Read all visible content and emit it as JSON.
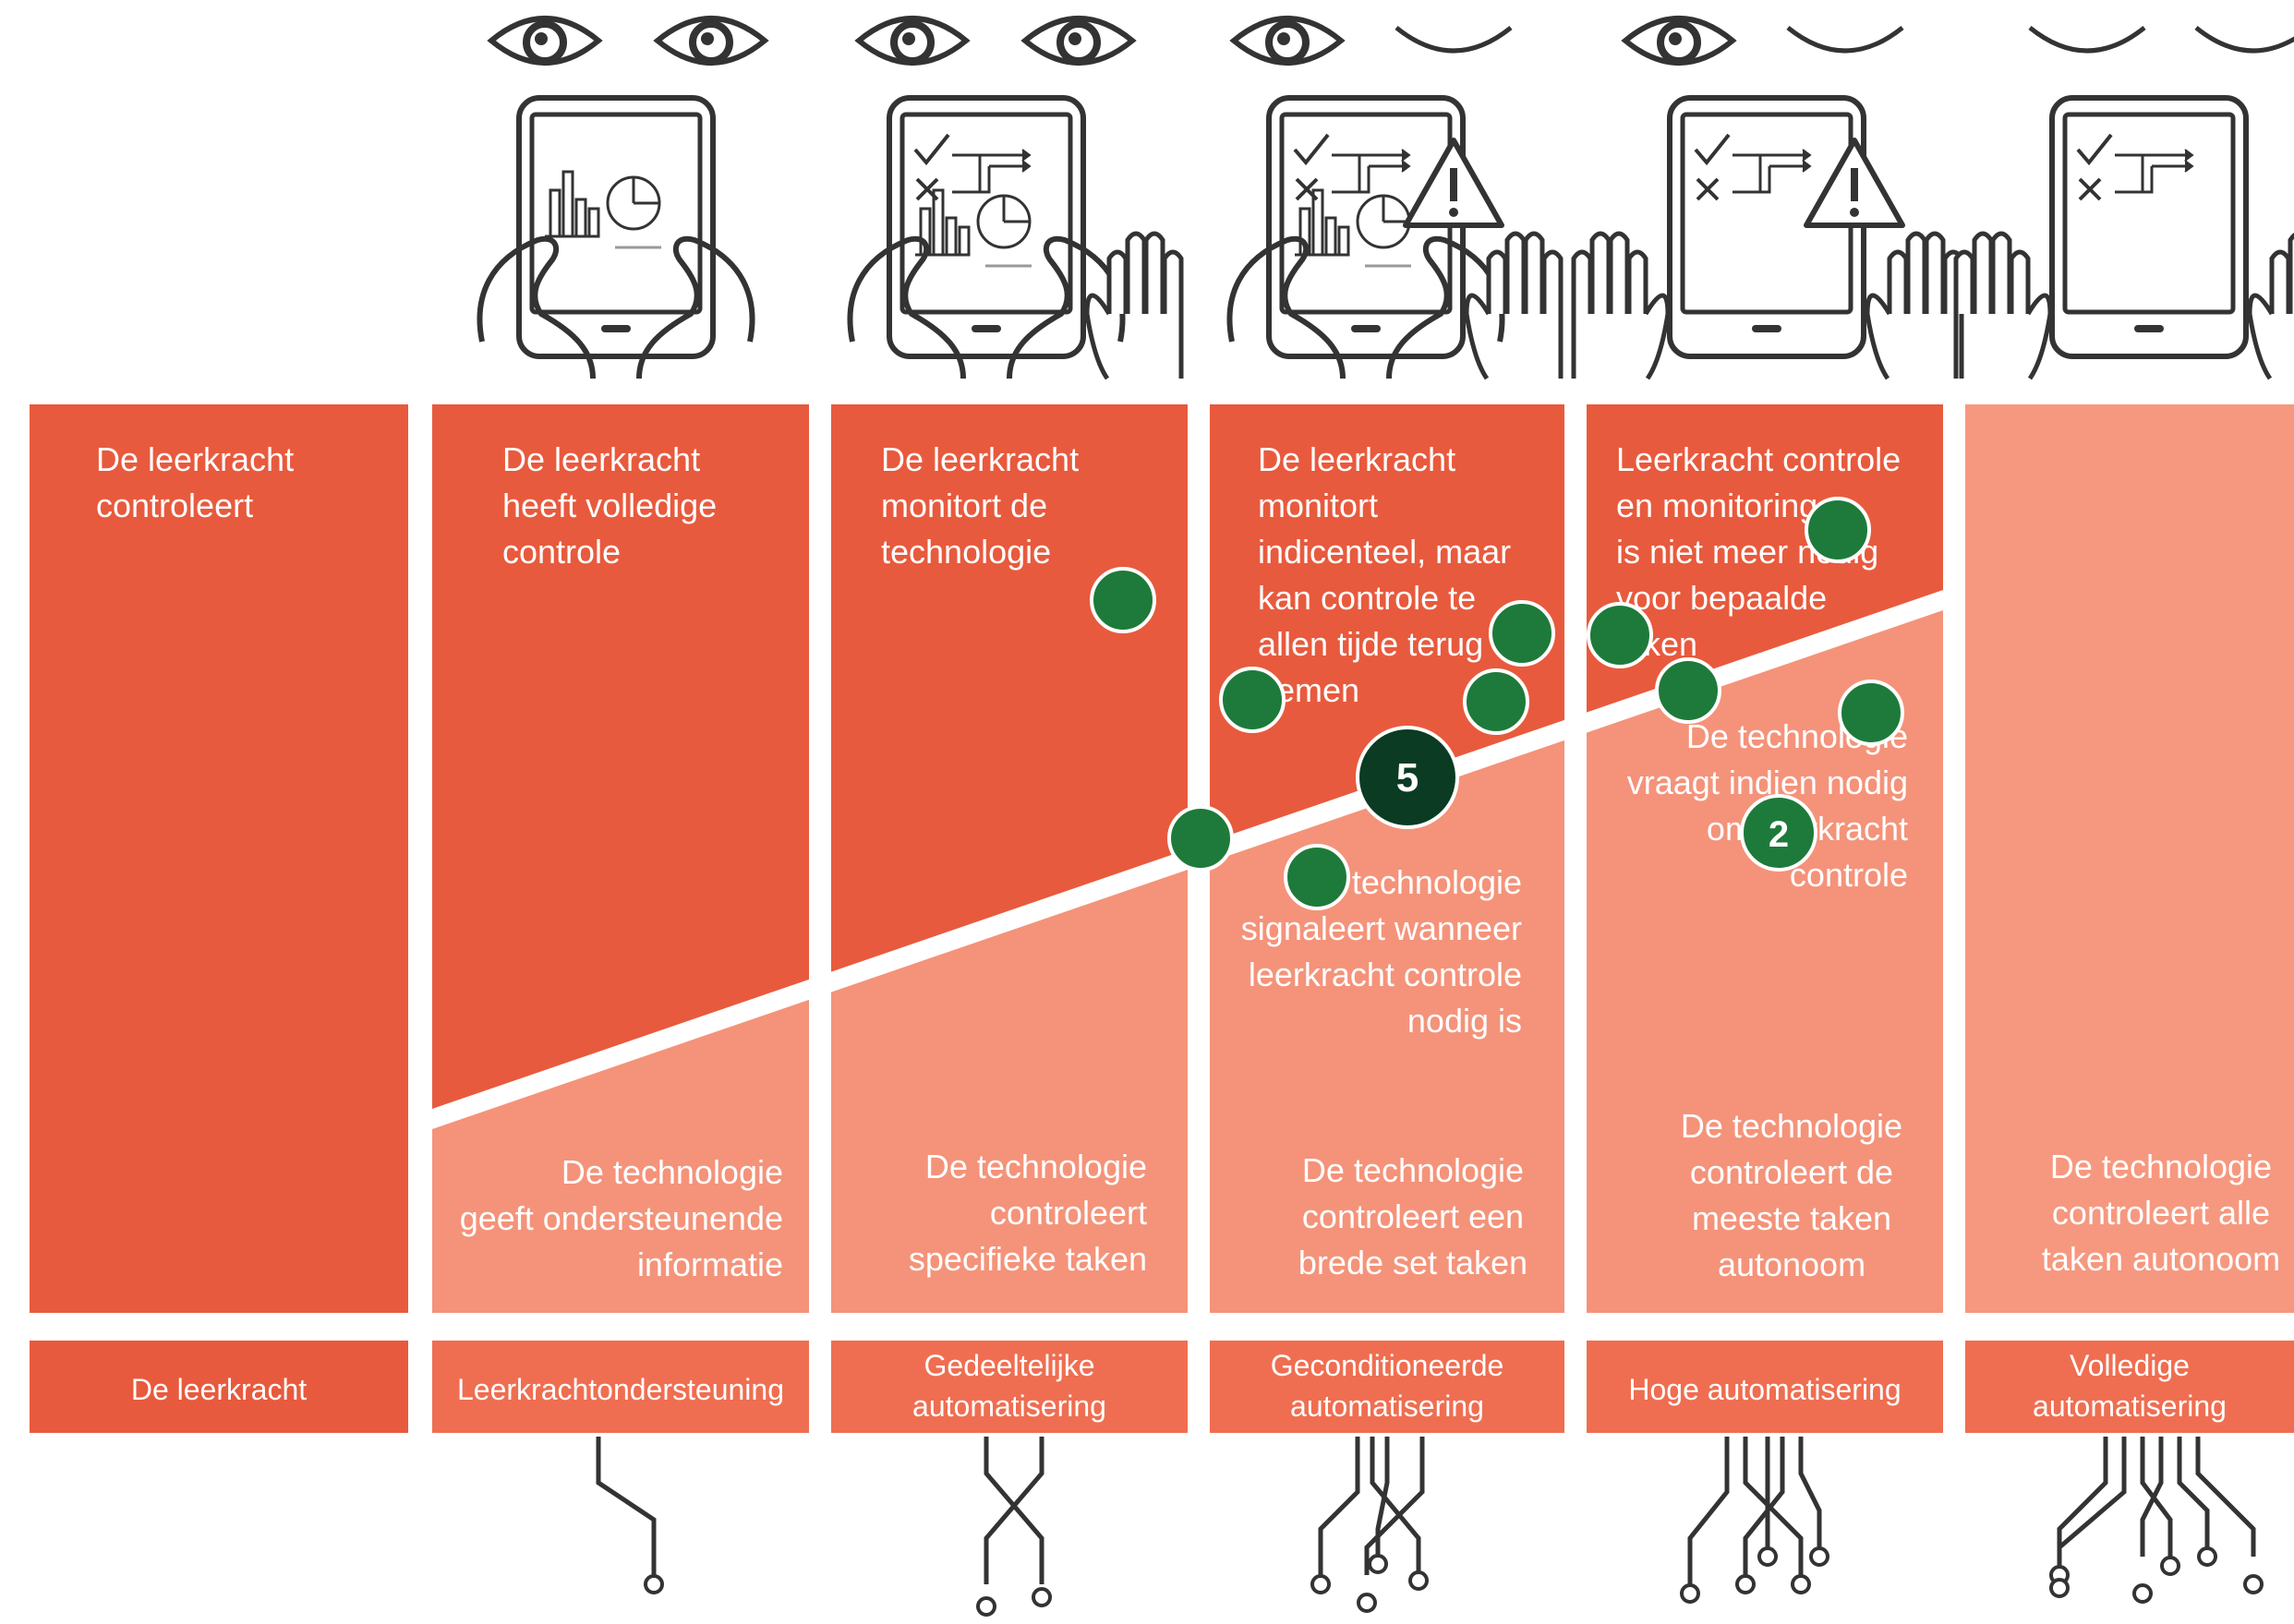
{
  "colors": {
    "teacher": "#e85a3d",
    "tech": "#f4937a",
    "tech_light": "#f6987f",
    "label_bar": "#ef6e51",
    "marker": "#1e7a3a",
    "marker_dark": "#0b3b22",
    "line_art": "#333333"
  },
  "columns": [
    {
      "teacher_text": [
        "De leerkracht",
        "controleert"
      ],
      "tech_text": [],
      "label": [
        "De leerkracht"
      ],
      "eyes": [
        "open",
        "open"
      ],
      "tablet_icon": "none",
      "hands_on_device": false,
      "has_warning_icon": false
    },
    {
      "teacher_text": [
        "De leerkracht",
        "heeft volledige",
        "controle"
      ],
      "tech_text": [
        "De technologie",
        "geeft ondersteunende",
        "informatie"
      ],
      "label": [
        "Leerkrachtondersteuning"
      ],
      "eyes": [
        "open",
        "open"
      ],
      "tablet_icon": "chart-icon",
      "hands_on_device": true,
      "has_warning_icon": false
    },
    {
      "teacher_text": [
        "De leerkracht",
        "monitort de",
        "technologie"
      ],
      "tech_text": [
        "De technologie",
        "controleert",
        "specifieke taken"
      ],
      "label": [
        "Gedeeltelijke",
        "automatisering"
      ],
      "eyes": [
        "open",
        "open"
      ],
      "tablet_icon": "checklist-chart-icon",
      "hands_on_device": true,
      "has_warning_icon": false
    },
    {
      "teacher_text": [
        "De leerkracht",
        "monitort",
        "indicenteel, maar",
        "kan controle te",
        "allen tijde terug",
        "nemen"
      ],
      "tech_text": [
        "De technologie",
        "signaleert wanneer",
        "leerkracht controle",
        "nodig is"
      ],
      "tech_text_bottom": [
        "De technologie",
        "controleert een",
        "brede set taken"
      ],
      "label": [
        "Geconditioneerde",
        "automatisering"
      ],
      "eyes": [
        "open",
        "closed"
      ],
      "tablet_icon": "checklist-chart-icon",
      "hands_on_device": true,
      "has_warning_icon": true
    },
    {
      "teacher_text": [
        "Leerkracht controle",
        "en monitoring",
        "is niet meer nodig",
        "voor bepaalde",
        "taken"
      ],
      "tech_text": [
        "De technologie",
        "vraagt indien nodig",
        "om leerkracht",
        "controle"
      ],
      "tech_text_bottom": [
        "De technologie",
        "controleert de",
        "meeste taken",
        "autonoom"
      ],
      "label": [
        "Hoge automatisering"
      ],
      "eyes": [
        "open",
        "closed"
      ],
      "tablet_icon": "checklist-icon",
      "hands_on_device": false,
      "has_warning_icon": true
    },
    {
      "teacher_text": [],
      "tech_text": [
        "De technologie",
        "controleert alle",
        "taken autonoom"
      ],
      "label": [
        "Volledige",
        "automatisering"
      ],
      "eyes": [
        "closed",
        "closed"
      ],
      "tablet_icon": "checklist-icon",
      "hands_on_device": false,
      "has_warning_icon": false
    }
  ],
  "markers": [
    {
      "label": ""
    },
    {
      "label": ""
    },
    {
      "label": ""
    },
    {
      "label": ""
    },
    {
      "label": ""
    },
    {
      "label": ""
    },
    {
      "label": ""
    },
    {
      "label": ""
    },
    {
      "label": ""
    },
    {
      "label": ""
    },
    {
      "label": "5"
    },
    {
      "label": "2"
    }
  ]
}
